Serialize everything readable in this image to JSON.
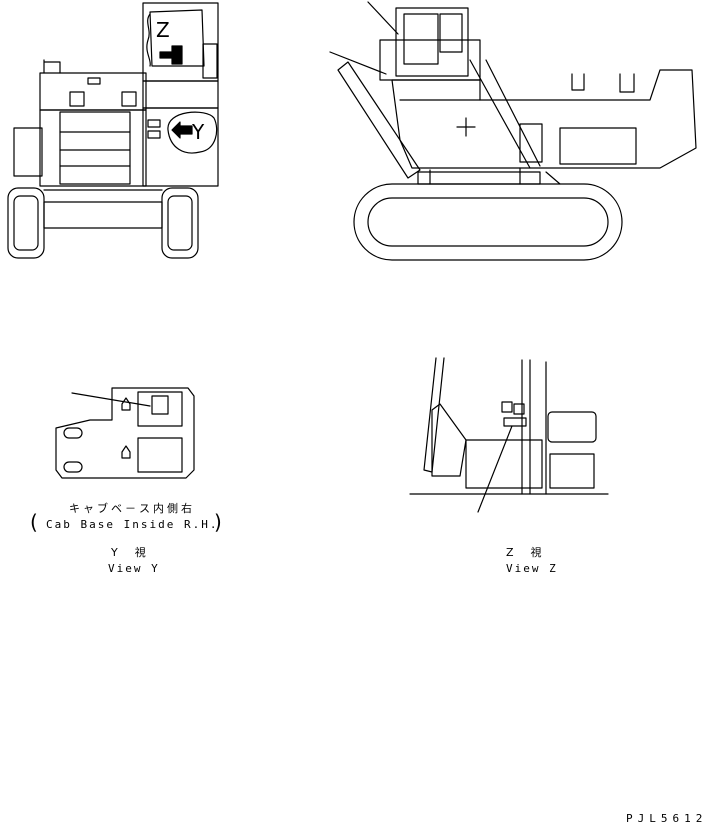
{
  "markers": {
    "z": "Z",
    "y": "Y"
  },
  "view_y": {
    "caption_ja": "キャブベ－ス内側右",
    "caption_en": "Cab Base Inside R.H.",
    "title_ja": "Y　視",
    "title_en": "View Y"
  },
  "view_z": {
    "title_ja": "Z　視",
    "title_en": "View Z"
  },
  "drawing_number": "PJL5612",
  "colors": {
    "line": "#000000",
    "background": "#ffffff"
  }
}
